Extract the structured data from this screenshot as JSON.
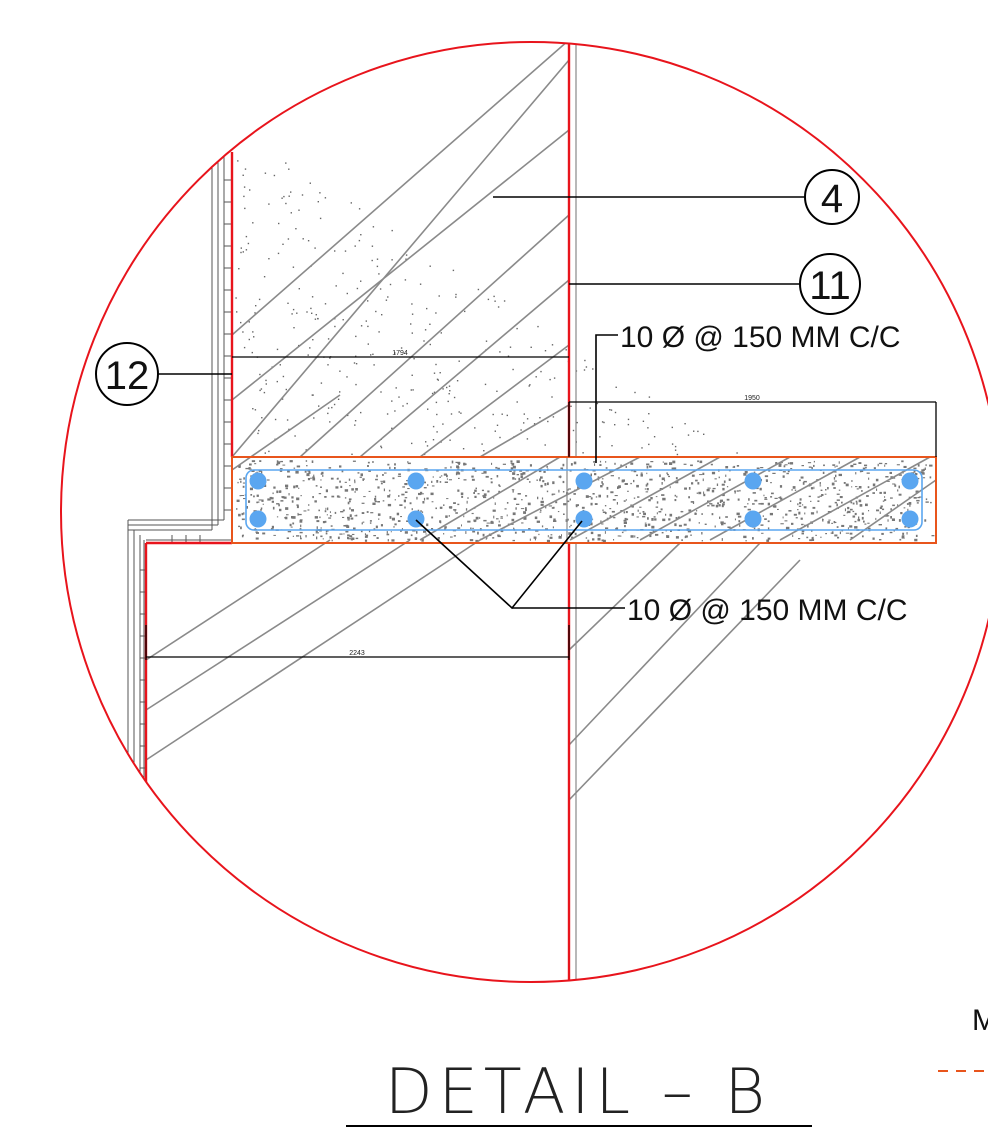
{
  "callouts": {
    "c4": "4",
    "c11": "11",
    "c12": "12"
  },
  "rebar_labels": {
    "top": "10 Ø @ 150 MM C/C",
    "bottom": "10 Ø @ 150 MM C/C"
  },
  "dimensions": {
    "d1": "1794",
    "d2": "1950",
    "d3": "2243"
  },
  "title": "DETAIL – B",
  "edge_text": "M",
  "colors": {
    "detail_circle": "#e8141c",
    "wall_outline": "#e8141c",
    "slab_outline": "#e8551c",
    "rebar": "#5aa6f0",
    "hatch": "#8a8a8a",
    "leader": "#000000"
  }
}
